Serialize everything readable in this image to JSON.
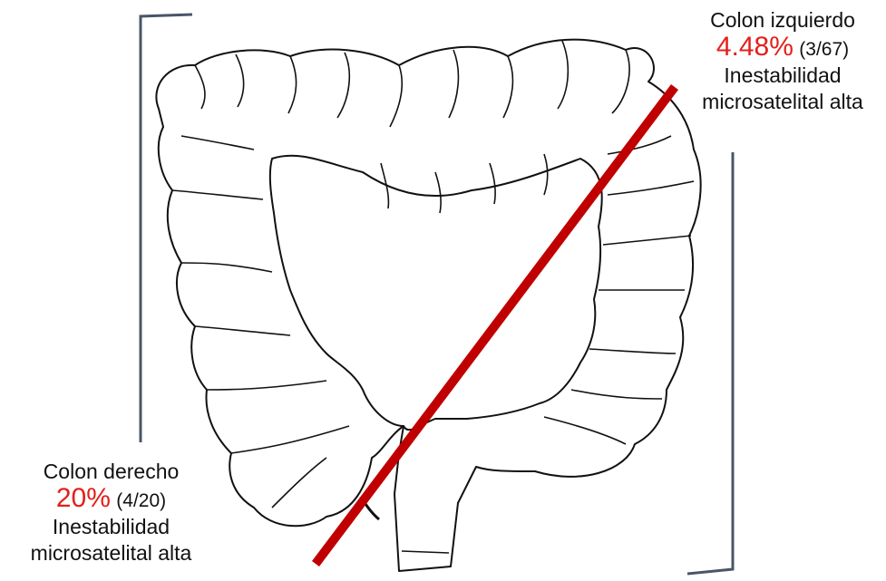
{
  "left_colon": {
    "title": "Colon izquierdo",
    "percent": "4.48%",
    "count": "(3/67)",
    "line1": "Inestabilidad",
    "line2": "microsatelital alta"
  },
  "right_colon": {
    "title": "Colon derecho",
    "percent": "20%",
    "count": "(4/20)",
    "line1": "Inestabilidad",
    "line2": "microsatelital alta"
  },
  "colors": {
    "highlight": "#e3201b",
    "divider": "#c00000",
    "bracket": "#4a5568",
    "outline": "#111111"
  }
}
